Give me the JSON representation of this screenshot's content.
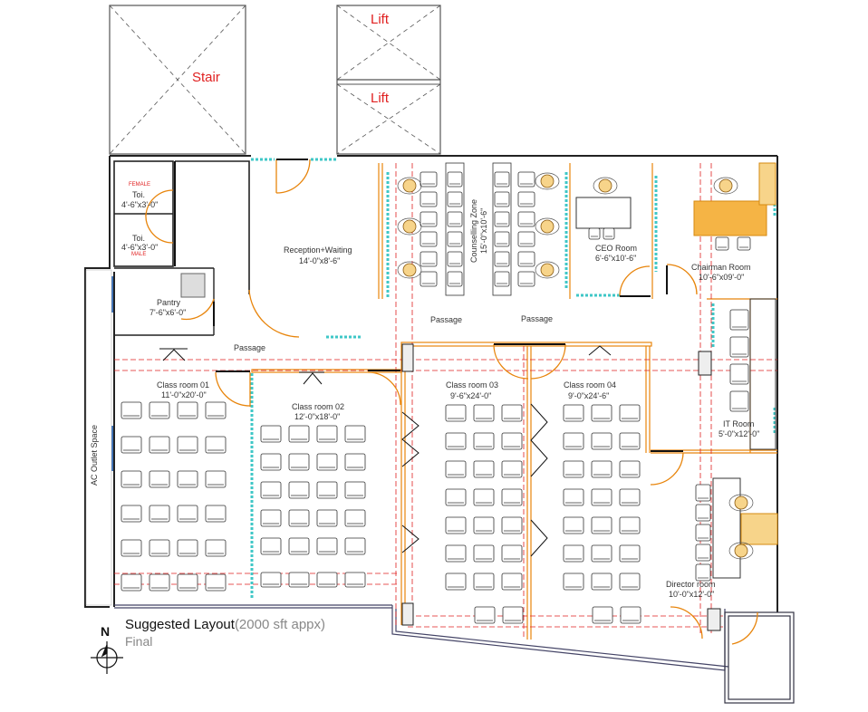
{
  "labels": {
    "stair": "Stair",
    "lift_top": "Lift",
    "lift_bottom": "Lift",
    "toilet_female_tag": "FEMALE",
    "toilet_female_name": "Toi.",
    "toilet_female_size": "4'-6\"x3'-0\"",
    "toilet_male_name": "Toi.",
    "toilet_male_size": "4'-6\"x3'-0\"",
    "toilet_male_tag": "MALE",
    "reception_name": "Reception+Waiting",
    "reception_size": "14'-0\"x8'-6\"",
    "pantry_name": "Pantry",
    "pantry_size": "7'-6\"x6'-0\"",
    "passage_left": "Passage",
    "passage_mid": "Passage",
    "passage_right": "Passage",
    "counselling_name": "Counselling Zone",
    "counselling_size": "15'-0\"x10'-6\"",
    "ceo_name": "CEO Room",
    "ceo_size": "6'-6\"x10'-6\"",
    "chairman_name": "Chairman Room",
    "chairman_size": "10'-6\"x09'-0\"",
    "class1_name": "Class room 01",
    "class1_size": "11'-0\"x20'-0\"",
    "class2_name": "Class room 02",
    "class2_size": "12'-0\"x18'-0\"",
    "class3_name": "Class room 03",
    "class3_size": "9'-6\"x24'-0\"",
    "class4_name": "Class room 04",
    "class4_size": "9'-0\"x24'-6\"",
    "it_name": "IT Room",
    "it_size": "5'-0\"x12'-0\"",
    "director_name": "Director room",
    "director_size": "10'-0\"x12'-0\"",
    "ac_outlet": "AC Outlet Space"
  },
  "title": {
    "main": "Suggested Layout",
    "sub": "(2000 sft appx)",
    "final": "Final",
    "north": "N"
  },
  "colors": {
    "wall": "#222222",
    "door": "#e8850c",
    "glass": "#3fc7c7",
    "grid_red": "#e02020",
    "label_red": "#e02020"
  }
}
